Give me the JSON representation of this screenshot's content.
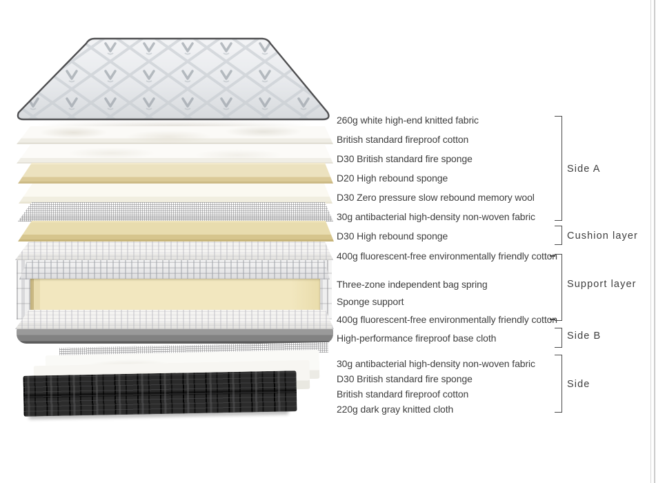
{
  "diagram": "mattress-layer-structure",
  "layer_labels": [
    "260g white high-end knitted fabric",
    "British standard fireproof cotton",
    "D30 British standard fire sponge",
    "D20 High rebound sponge",
    "D30 Zero pressure slow rebound memory wool",
    "30g antibacterial high-density non-woven fabric",
    "D30 High rebound sponge",
    "400g fluorescent-free environmentally friendly cotton",
    "Three-zone independent bag spring",
    "Sponge support",
    "400g fluorescent-free environmentally friendly cotton",
    "High-performance fireproof base cloth",
    "30g antibacterial high-density non-woven fabric",
    "D30 British standard fire sponge",
    "British standard fireproof cotton",
    "220g dark gray knitted cloth"
  ],
  "groups": [
    {
      "label": "Side A"
    },
    {
      "label": "Cushion layer"
    },
    {
      "label": "Support layer"
    },
    {
      "label": "Side B"
    },
    {
      "label": "Side"
    }
  ],
  "colors": {
    "text": "#3D3D3D",
    "bracket": "#4A4A4A",
    "quilt_fabric": "#E9EBEE",
    "beige_sponge": "#ECE2BF",
    "deep_beige_sponge": "#E8DCAE",
    "cream_memory_wool": "#F8F6EE",
    "gray_base_cloth": "#9A9A9A",
    "dark_knitted_cloth": "#1F1F1F"
  }
}
